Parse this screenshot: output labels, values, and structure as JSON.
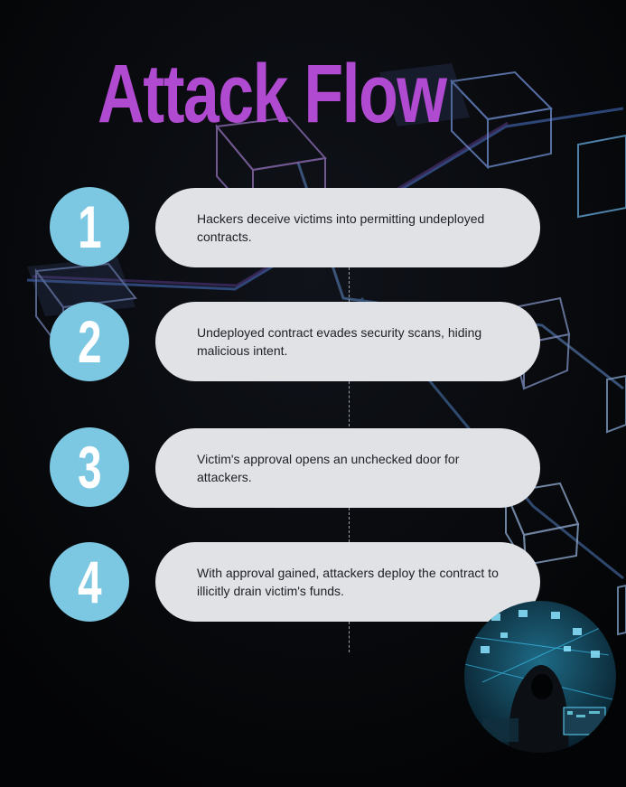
{
  "title": "Attack Flow",
  "steps": [
    {
      "number": "1",
      "text": "Hackers deceive victims into permitting undeployed contracts."
    },
    {
      "number": "2",
      "text": "Undeployed contract evades security scans, hiding malicious intent."
    },
    {
      "number": "3",
      "text": "Victim's approval opens an unchecked door for attackers."
    },
    {
      "number": "4",
      "text": "With approval gained, attackers deploy the contract to illicitly drain victim's funds."
    }
  ],
  "colors": {
    "background": "#050608",
    "title": "#b04ad0",
    "step_circle": "#7cc7e2",
    "pill": "#e1e2e6",
    "pill_text": "#1d1f26"
  },
  "icons": {
    "background": "blockchain-cubes-illustration",
    "avatar": "hooded-hacker-illustration"
  }
}
